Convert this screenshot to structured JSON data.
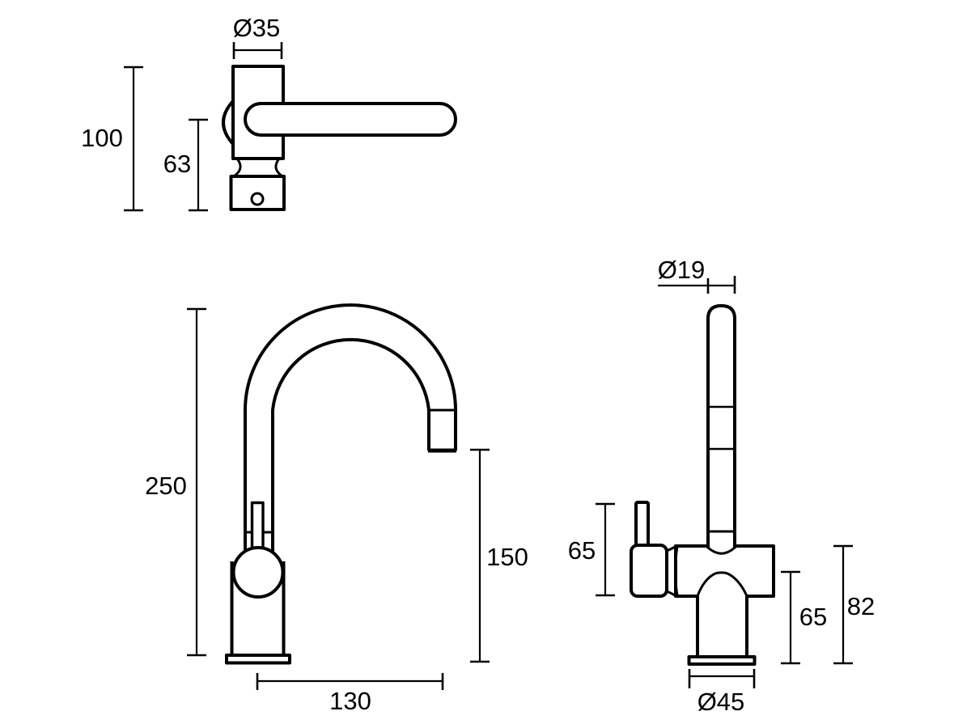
{
  "colors": {
    "line": "#000000",
    "background": "#ffffff"
  },
  "views": {
    "top": {
      "dims": {
        "diameter": "Ø35",
        "overall": "100",
        "body": "63"
      }
    },
    "side": {
      "dims": {
        "overall_height": "250",
        "spout_height": "150",
        "spout_reach": "130"
      }
    },
    "front": {
      "dims": {
        "spout_diameter": "Ø19",
        "handle": "65",
        "under_spout": "65",
        "body_top": "82",
        "base_diameter": "Ø45"
      }
    }
  }
}
